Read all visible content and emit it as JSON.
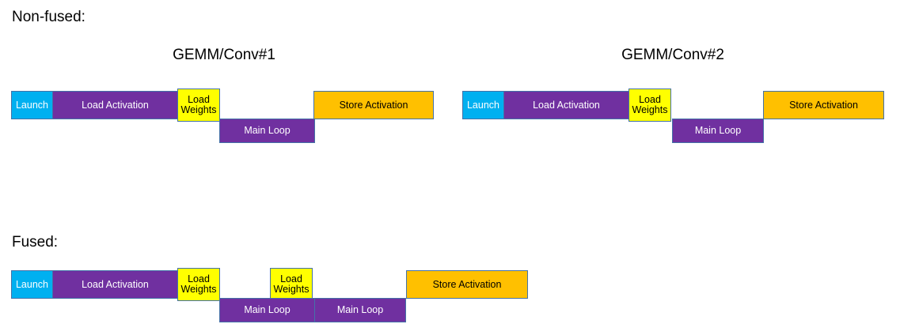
{
  "diagram": {
    "title_nonfused": "Non-fused:",
    "title_fused": "Fused:",
    "colors": {
      "launch": "#00B0F0",
      "load_activation": "#7030A0",
      "load_weights": "#FFFF00",
      "main_loop": "#7030A0",
      "store_activation": "#FFC000",
      "border": "#4472A8",
      "background": "#FFFFFF"
    }
  },
  "sections": {
    "nonfused": {
      "label": "Non-fused:",
      "groups": [
        {
          "heading": "GEMM/Conv#1",
          "bars": [
            {
              "label": "Launch",
              "kind": "launch"
            },
            {
              "label": "Load Activation",
              "kind": "load-activation"
            },
            {
              "label": "Load\nWeights",
              "kind": "load-weights"
            },
            {
              "label": "Main Loop",
              "kind": "main-loop"
            },
            {
              "label": "Store Activation",
              "kind": "store-activation"
            }
          ]
        },
        {
          "heading": "GEMM/Conv#2",
          "bars": [
            {
              "label": "Launch",
              "kind": "launch"
            },
            {
              "label": "Load Activation",
              "kind": "load-activation"
            },
            {
              "label": "Load\nWeights",
              "kind": "load-weights"
            },
            {
              "label": "Main Loop",
              "kind": "main-loop"
            },
            {
              "label": "Store Activation",
              "kind": "store-activation"
            }
          ]
        }
      ]
    },
    "fused": {
      "label": "Fused:",
      "groups": [
        {
          "heading": "",
          "bars": [
            {
              "label": "Launch",
              "kind": "launch"
            },
            {
              "label": "Load Activation",
              "kind": "load-activation"
            },
            {
              "label": "Load\nWeights",
              "kind": "load-weights"
            },
            {
              "label": "Load\nWeights",
              "kind": "load-weights"
            },
            {
              "label": "Main Loop",
              "kind": "main-loop"
            },
            {
              "label": "Main Loop",
              "kind": "main-loop"
            },
            {
              "label": "Store Activation",
              "kind": "store-activation"
            }
          ]
        }
      ]
    }
  }
}
